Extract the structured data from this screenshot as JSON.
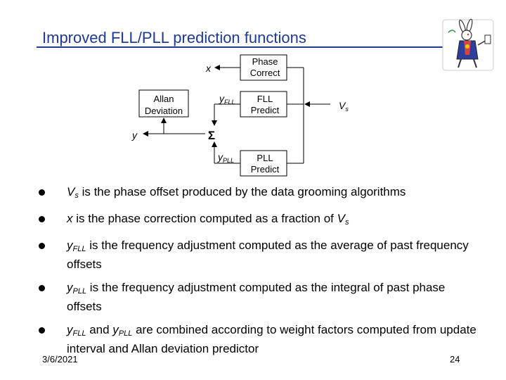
{
  "slide": {
    "title": "Improved FLL/PLL prediction functions",
    "date": "3/6/2021",
    "page_number": "24"
  },
  "diagram": {
    "x_label": "x",
    "phase_correct_label": [
      "Phase",
      "Correct"
    ],
    "allan_deviation_label": [
      "Allan",
      "Deviation"
    ],
    "y_fll_main": "y",
    "y_fll_sub": "FLL",
    "fll_predict_label": [
      "FLL",
      "Predict"
    ],
    "vs_main": "V",
    "vs_sub": "s",
    "y_label": "y",
    "sigma_symbol": "Σ",
    "y_pll_main": "y",
    "y_pll_sub": "PLL",
    "pll_predict_label": [
      "PLL",
      "Predict"
    ]
  },
  "bullets": [
    {
      "text_main": "V",
      "text_sub": "s",
      "text_rest": " is the phase offset produced by the data grooming algorithms"
    },
    {
      "text_main": "x",
      "text_rest": " is the phase correction computed as a fraction of ",
      "text_end_main": "V",
      "text_end_sub": "s"
    },
    {
      "text_main": "y",
      "text_sub": "FLL",
      "text_rest": " is the frequency adjustment computed as the average of past frequency offsets"
    },
    {
      "text_main": "y",
      "text_sub": "PLL",
      "text_rest": " is the frequency adjustment computed as the integral of past phase offsets"
    },
    {
      "text_main": "y",
      "text_sub": "FLL",
      "text_mid": " and ",
      "text_main2": "y",
      "text_sub2": "PLL",
      "text_rest": " are combined according to weight factors computed from update interval and Allan deviation predictor"
    }
  ]
}
